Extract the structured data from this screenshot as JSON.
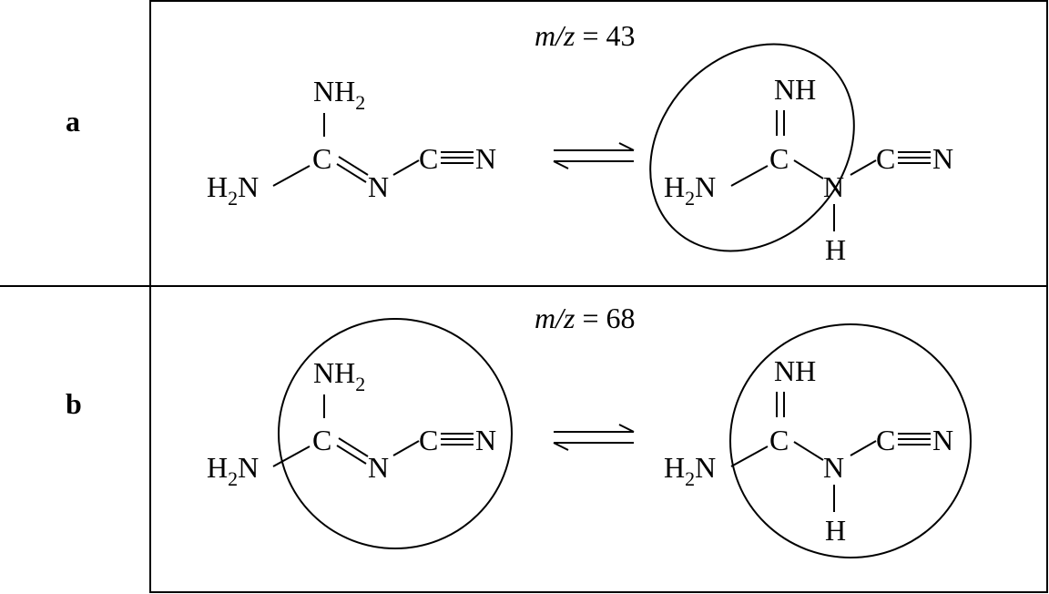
{
  "rows": [
    {
      "label": "a",
      "mz_prefix": "m/z",
      "mz_value": " = 43",
      "left": {
        "top_group": "NH",
        "top_sub": "2",
        "carbon": "C",
        "left_h": "H",
        "left_sub": "2",
        "left_n": "N",
        "imine_n": "N",
        "nitrile_c": "C",
        "nitrile_n": "N"
      },
      "right": {
        "top_group": "NH",
        "carbon": "C",
        "left_h": "H",
        "left_sub": "2",
        "left_n": "N",
        "amine_n": "N",
        "amine_h": "H",
        "nitrile_c": "C",
        "nitrile_n": "N"
      }
    },
    {
      "label": "b",
      "mz_prefix": "m/z",
      "mz_value": " = 68",
      "left": {
        "top_group": "NH",
        "top_sub": "2",
        "carbon": "C",
        "left_h": "H",
        "left_sub": "2",
        "left_n": "N",
        "imine_n": "N",
        "nitrile_c": "C",
        "nitrile_n": "N"
      },
      "right": {
        "top_group": "NH",
        "carbon": "C",
        "left_h": "H",
        "left_sub": "2",
        "left_n": "N",
        "amine_n": "N",
        "amine_h": "H",
        "nitrile_c": "C",
        "nitrile_n": "N"
      }
    }
  ]
}
